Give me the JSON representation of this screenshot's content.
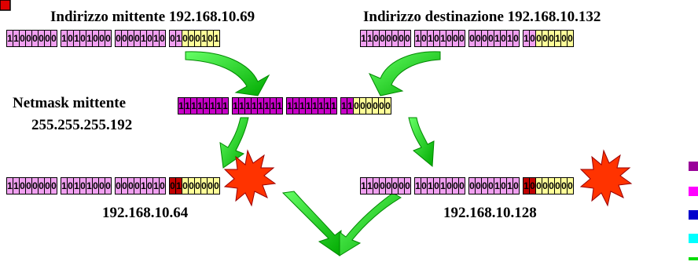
{
  "labels": {
    "src_addr": "Indirizzo mittente 192.168.10.69",
    "dst_addr": "Indirizzo destinazione 192.168.10.132",
    "netmask_line1": "Netmask mittente",
    "netmask_line2": "255.255.255.192",
    "net_src": "192.168.10.64",
    "net_dst": "192.168.10.128"
  },
  "bit_strips": {
    "src": "11000000 10101000 00001010 01000101",
    "dst": "11000000 10101000 00001010 10000100",
    "mask": "11111111 11111111 11111111 11000000",
    "net_src": "11000000 10101000 00001010 01000000",
    "net_dst": "11000000 10101000 00001010 10000000"
  },
  "colors": {
    "network_bits": "#f0a0f0",
    "host_bits": "#ffff99",
    "mask_ones": "#c800c8",
    "highlight": "#c00000",
    "arrow": "#33ee33",
    "burst": "#ff3300",
    "legend": [
      "#990099",
      "#ff00ff",
      "#0000cc",
      "#00ffff",
      "#00dd00"
    ],
    "corner_marker": "#e00000"
  }
}
